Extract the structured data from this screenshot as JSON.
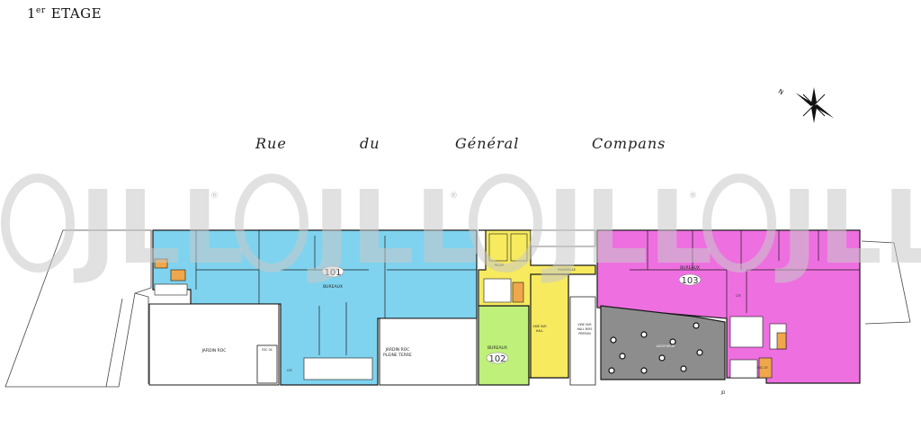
{
  "header": {
    "floor_sup": "er",
    "floor_number": "1",
    "floor_label": "ETAGE"
  },
  "street": {
    "words": [
      "Rue",
      "du",
      "Général",
      "Compans"
    ]
  },
  "watermark": {
    "text": "JLL",
    "registered": "®"
  },
  "compass": {
    "north_label": "N"
  },
  "lots": [
    {
      "number": "101",
      "label": "BUREAUX",
      "color": "#7fd3ef"
    },
    {
      "number": "102",
      "label": "BUREAUX",
      "color": "#bff07a"
    },
    {
      "number": "103",
      "label": "BUREAUX",
      "color": "#ee6fe0"
    }
  ],
  "labels": {
    "jardin_roc": "JARDIN ROC",
    "jardin_roc_pleine_terre_1": "JARDIN ROC",
    "jardin_roc_pleine_terre_2": "PLEINE TERRE",
    "palier": "PALIER",
    "passerelle": "PASSERELLE",
    "vide_sur_hall_1": "VIDE SUR",
    "vide_sur_hall_2": "HALL",
    "vide_sur_hall_bois_1": "VIDE SUR",
    "vide_sur_hall_bois_2": "HALL BOIS",
    "vide_sur_hall_bois_3": "PERRON",
    "auditorium": "AUDITORIUM",
    "esc": "ESC 04",
    "esc_right": "ESC 07",
    "lte": "LTE",
    "jd": "JD"
  },
  "colors": {
    "lot_101": "#7fd3ef",
    "lot_102": "#bff07a",
    "lot_103": "#ee6fe0",
    "circulation": "#f7ea5f",
    "sanitary": "#f0a64a",
    "auditorium": "#8d8d8d",
    "wall": "#1a1a1a"
  }
}
